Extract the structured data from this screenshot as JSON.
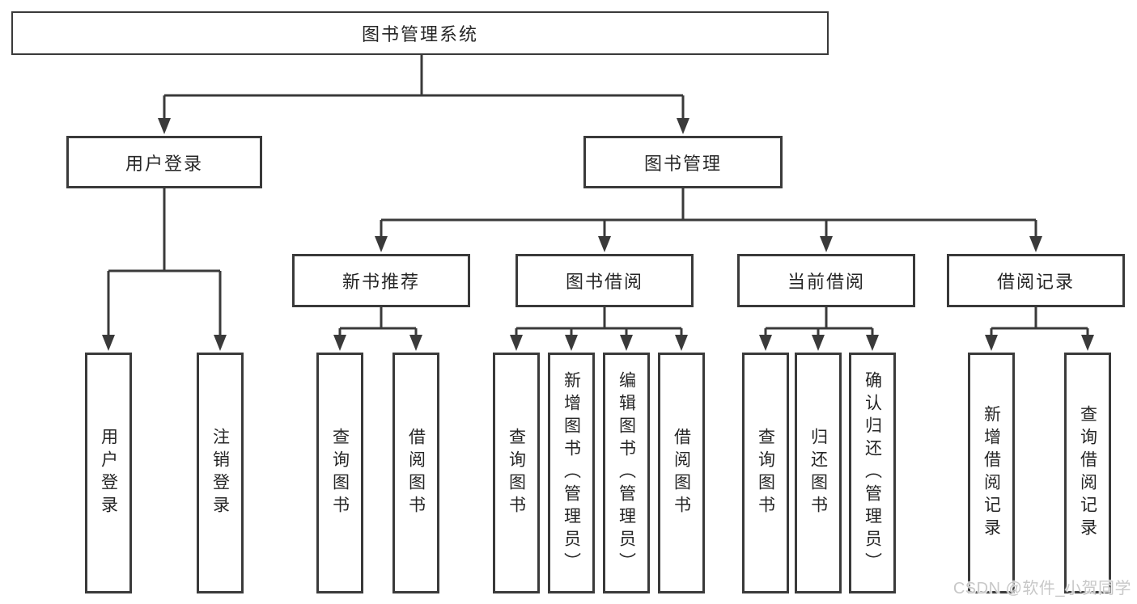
{
  "diagram": {
    "title_box": {
      "label": "图书管理系统"
    },
    "branches": [
      {
        "label": "用户登录",
        "leaves": [
          {
            "label": "用户登录"
          },
          {
            "label": "注销登录"
          }
        ]
      },
      {
        "label": "图书管理",
        "sections": [
          {
            "label": "新书推荐",
            "leaves": [
              {
                "label": "查询图书"
              },
              {
                "label": "借阅图书"
              }
            ]
          },
          {
            "label": "图书借阅",
            "leaves": [
              {
                "label": "查询图书"
              },
              {
                "label": "新增图书（管理员）"
              },
              {
                "label": "编辑图书（管理员）"
              },
              {
                "label": "借阅图书"
              }
            ]
          },
          {
            "label": "当前借阅",
            "leaves": [
              {
                "label": "查询图书"
              },
              {
                "label": "归还图书"
              },
              {
                "label": "确认归还（管理员）"
              }
            ]
          },
          {
            "label": "借阅记录",
            "leaves": [
              {
                "label": "新增借阅记录"
              },
              {
                "label": "查询借阅记录"
              }
            ]
          }
        ]
      }
    ],
    "watermark": {
      "text": "CSDN @软件_小贺同学"
    },
    "colors": {
      "line": "#3a3a3a",
      "text": "#262626",
      "background": "#ffffff",
      "watermark": "#c8c8c8"
    }
  }
}
